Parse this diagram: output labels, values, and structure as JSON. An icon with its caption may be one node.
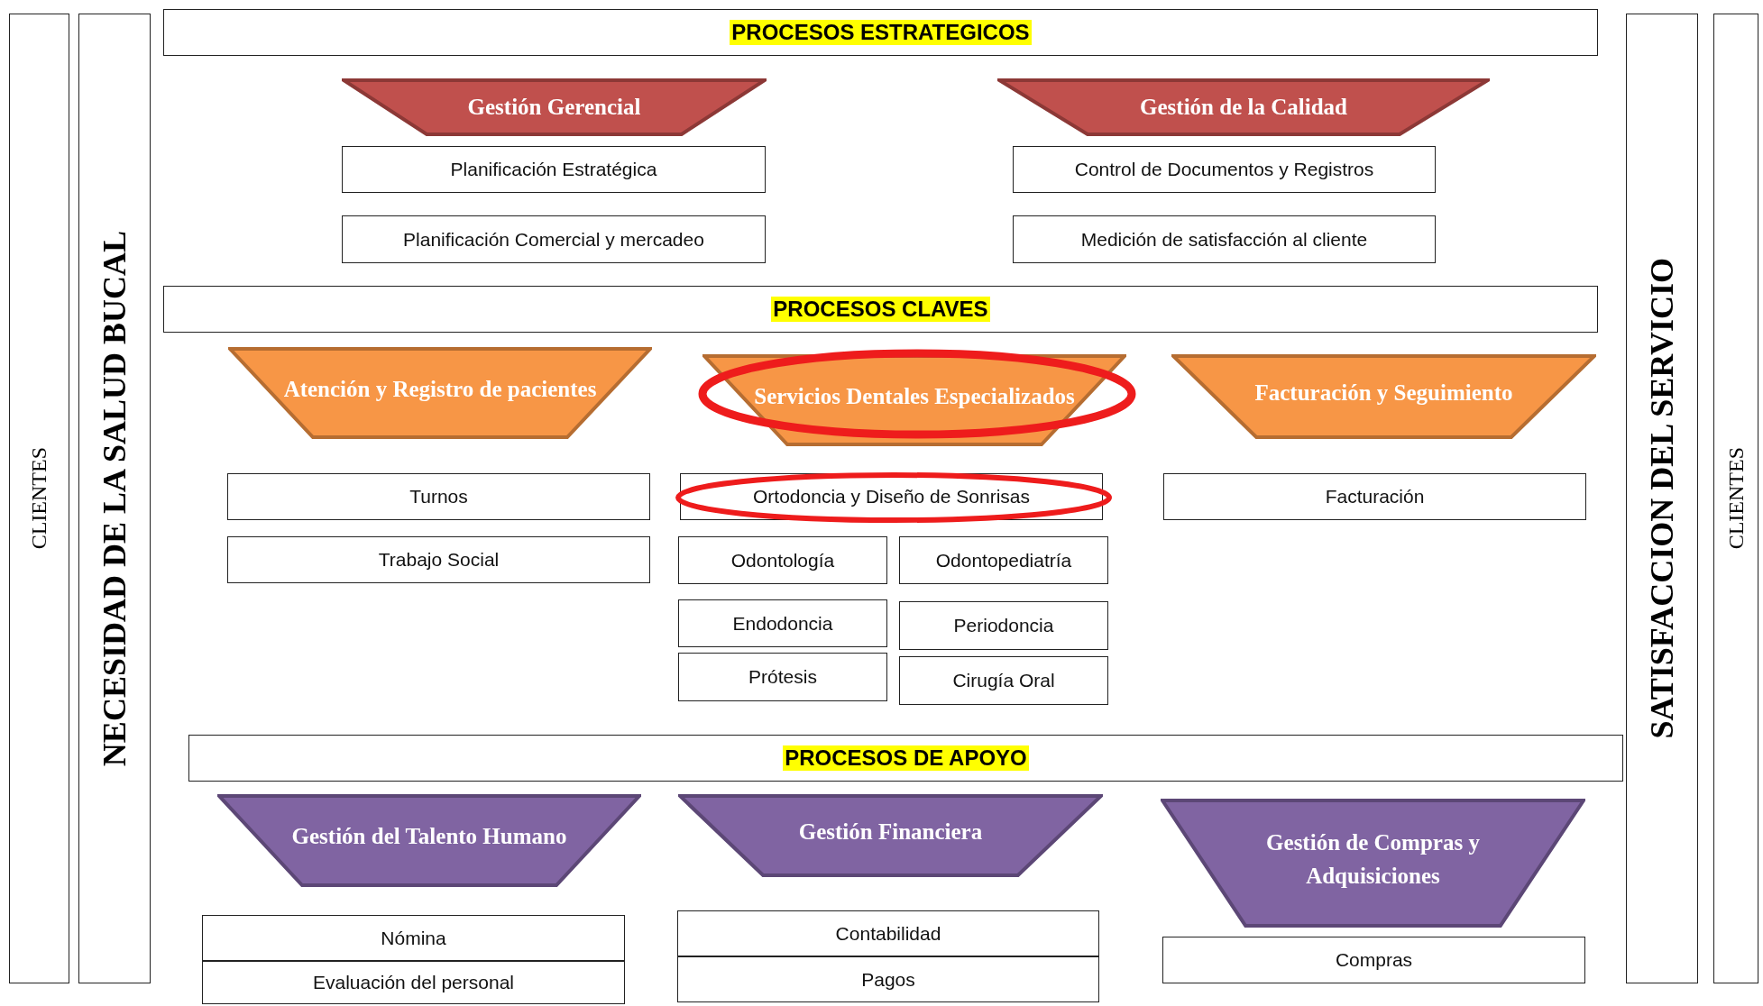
{
  "diagram": {
    "nodes": [
      {
        "text": [
          "CLIENTES"
        ]
      },
      {
        "text": [
          "NECESIDAD DE LA SALUD BUCAL"
        ]
      },
      {
        "text": [
          "PROCESOS ESTRATEGICOS"
        ]
      },
      {
        "text": [
          "Gestión Gerencial"
        ]
      },
      {
        "text": [
          "Gestión de la Calidad"
        ]
      },
      {
        "text": [
          "Planificación Estratégica"
        ]
      },
      {
        "text": [
          "Control de Documentos y Registros"
        ]
      },
      {
        "text": [
          "Planificación Comercial y mercadeo"
        ]
      },
      {
        "text": [
          "Medición de satisfacción al cliente"
        ]
      },
      {
        "text": [
          "PROCESOS CLAVES"
        ]
      },
      {
        "text": [
          "Atención y Registro de pacientes"
        ]
      },
      {
        "text": [
          "Servicios Dentales Especializados"
        ]
      },
      {
        "text": [
          "Facturación y Seguimiento"
        ]
      },
      {
        "text": [
          "Turnos"
        ]
      },
      {
        "text": [
          "Ortodoncia y Diseño de Sonrisas"
        ]
      },
      {
        "text": [
          "Facturación"
        ]
      },
      {
        "text": [
          "Trabajo Social"
        ]
      },
      {
        "text": [
          "Odontología"
        ]
      },
      {
        "text": [
          "Odontopediatría"
        ]
      },
      {
        "text": [
          "Endodoncia"
        ]
      },
      {
        "text": [
          "Periodoncia"
        ]
      },
      {
        "text": [
          "Prótesis"
        ]
      },
      {
        "text": [
          "Cirugía Oral"
        ]
      },
      {
        "text": [
          "PROCESOS DE APOYO"
        ]
      },
      {
        "text": [
          "Gestión del Talento Humano"
        ]
      },
      {
        "text": [
          "Gestión Financiera"
        ]
      },
      {
        "text": [
          "Gestión de Compras y Adquisiciones"
        ]
      },
      {
        "text": [
          "Contabilidad"
        ]
      },
      {
        "text": [
          "Nómina"
        ]
      },
      {
        "text": [
          "Compras"
        ]
      },
      {
        "text": [
          "Pagos"
        ]
      },
      {
        "text": [
          "Evaluación del personal"
        ]
      },
      {
        "text": [
          "SATISFACCION DEL SERVICIO"
        ]
      },
      {
        "text": [
          "CLIENTES"
        ]
      }
    ]
  }
}
